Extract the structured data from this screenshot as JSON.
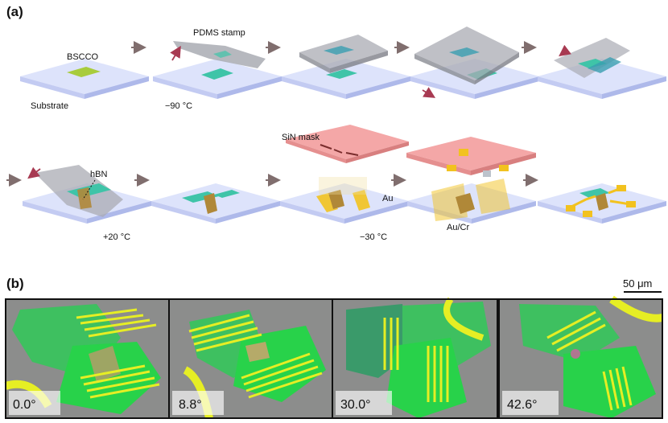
{
  "panel_a": {
    "letter": "(a)",
    "labels": {
      "bscco": "BSCCO",
      "pdms_stamp": "PDMS stamp",
      "substrate": "Substrate",
      "temp_minus90": "−90 °C",
      "hbn": "hBN",
      "temp_plus20": "+20 °C",
      "sin_mask": "SiN mask",
      "au": "Au",
      "temp_minus30": "−30 °C",
      "au_cr": "Au/Cr"
    }
  },
  "panel_b": {
    "letter": "(b)",
    "scale_bar": "50 μm",
    "angles": [
      "0.0°",
      "8.8°",
      "30.0°",
      "42.6°"
    ]
  },
  "colors": {
    "substrate_top": "#dde3fb",
    "substrate_side": "#b7c1ee",
    "flake": "#3fc4a8",
    "bscco_flake": "#a8cc3c",
    "pdms": "#a9abb3",
    "mask": "#f4a7a7",
    "hbn": "#b08838",
    "gold": "#f2c21f",
    "arrow_red": "#a83a52",
    "arrow_gray": "#806e6e",
    "photo_bg": "#8c8d8c",
    "photo_green": "#28d24a",
    "photo_yellow": "#e6ee24"
  }
}
